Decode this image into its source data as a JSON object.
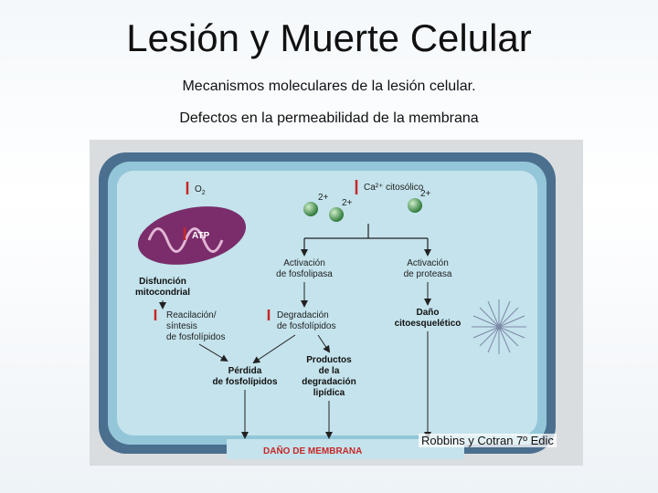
{
  "title": "Lesión y Muerte Celular",
  "subtitle_1": "Mecanismos moleculares de la lesión celular.",
  "subtitle_2": "Defectos en la permeabilidad de la membrana",
  "credit": "Robbins y Cotran 7º Edic",
  "colors": {
    "cell_border": "#4b6f8e",
    "cytoplasm": "#bfe0ea",
    "mitochondrion": "#7a2d6a",
    "calcium": "#4f9a5a",
    "arrow_red": "#c62828"
  },
  "diagram": {
    "o2": "O",
    "o2_sub": "2",
    "calcium_label": "Ca²⁺ citosólico",
    "ion_charge": "2+",
    "atp": "ATP",
    "mito_dysfunction_1": "Disfunción",
    "mito_dysfunction_2": "mitocondrial",
    "phospholipase_1": "Activación",
    "phospholipase_2": "de fosfolipasa",
    "protease_1": "Activación",
    "protease_2": "de proteasa",
    "reacylation_1": "Reacilación/",
    "reacylation_2": "síntesis",
    "reacylation_3": "de fosfolípidos",
    "degradation_1": "Degradación",
    "degradation_2": "de fosfolípidos",
    "cytoskeleton_1": "Daño",
    "cytoskeleton_2": "citoesquelético",
    "products_1": "Productos",
    "products_2": "de la",
    "products_3": "degradación",
    "products_4": "lipídica",
    "loss_1": "Pérdida",
    "loss_2": "de fosfolípidos",
    "membrane_damage": "DAÑO DE MEMBRANA"
  }
}
